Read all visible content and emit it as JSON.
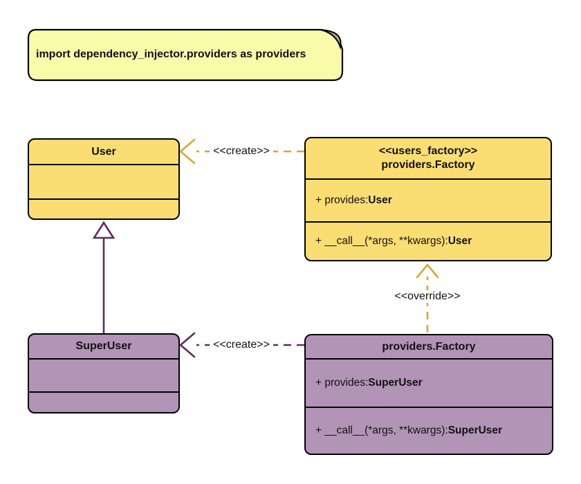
{
  "note": {
    "text": "import dependency_injector.providers as providers"
  },
  "classes": {
    "user": {
      "name": "User"
    },
    "users_factory": {
      "stereotype": "<<users_factory>>",
      "name": "providers.Factory",
      "attribute_prefix": "+ provides: ",
      "attribute_type": "User",
      "method_prefix": "+ __call__(*args, **kwargs): ",
      "method_type": "User"
    },
    "super_user": {
      "name": "SuperUser"
    },
    "super_factory": {
      "name": "providers.Factory",
      "attribute_prefix": "+ provides: ",
      "attribute_type": "SuperUser",
      "method_prefix": "+ __call__(*args, **kwargs): ",
      "method_type": "SuperUser"
    }
  },
  "edges": {
    "create_user": {
      "label": "<<create>>"
    },
    "create_super_user": {
      "label": "<<create>>"
    },
    "override": {
      "label": "<<override>>"
    }
  },
  "colors": {
    "yellow_fill": "#FADE73",
    "purple_fill": "#B294B7",
    "gold_line": "#D8A62F",
    "purple_line": "#5E2B60",
    "note_fill": "#FAFAAB",
    "note_fold_fill": "#AEAE7E",
    "border_color": "#000000"
  }
}
